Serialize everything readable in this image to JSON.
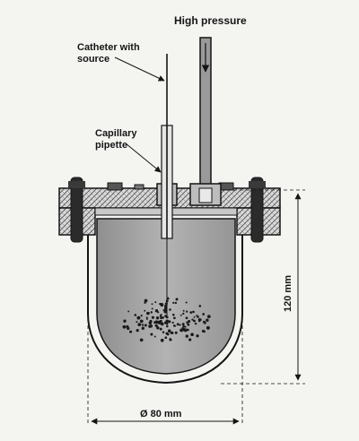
{
  "labels": {
    "high_pressure": "High pressure",
    "catheter_line1": "Catheter with",
    "catheter_line2": "source",
    "capillary_line1": "Capillary",
    "capillary_line2": "pipette",
    "height": "120 mm",
    "diameter": "Ø 80 mm"
  },
  "colors": {
    "background": "#f4f4f1",
    "ink": "#151515",
    "vessel_fill": "#a9a9a9",
    "flange_fill": "#d9d9d9"
  },
  "icons": [
    "arrow-down-icon",
    "bolt-icon",
    "particle-cluster-icon",
    "dimension-arrow-icon"
  ]
}
